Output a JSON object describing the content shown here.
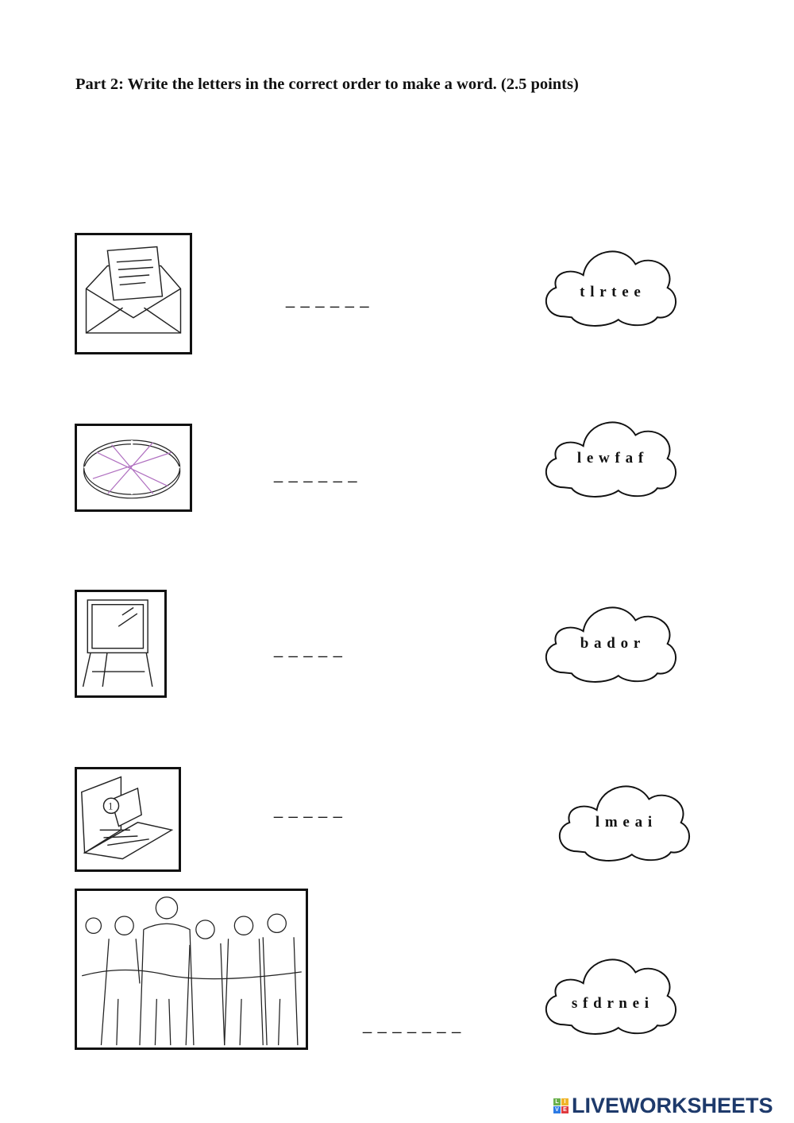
{
  "title": "Part 2: Write the letters in the correct order to make a word. (2.5 points)",
  "items": [
    {
      "picture": "letter-envelope",
      "blanks": "_ _ _ _ _ _",
      "letters": "t l r t e e"
    },
    {
      "picture": "waffle",
      "blanks": "_ _ _ _ _ _",
      "letters": "l e w f a f"
    },
    {
      "picture": "board-easel",
      "blanks": "_ _ _ _ _",
      "letters": "b a d o r"
    },
    {
      "picture": "laptop-email",
      "blanks": "_ _ _ _ _",
      "letters": "l m e a i"
    },
    {
      "picture": "group-of-friends",
      "blanks": "_ _ _ _ _ _ _",
      "letters": "s f d r n e i"
    }
  ],
  "logo": {
    "text": "LIVEWORKSHEETS",
    "tiles": [
      "L",
      "I",
      "V",
      "E"
    ],
    "tile_colors": [
      "#6ab04c",
      "#f0b429",
      "#2d7be5",
      "#e0393e"
    ],
    "brand_color": "#1e3a6b"
  }
}
